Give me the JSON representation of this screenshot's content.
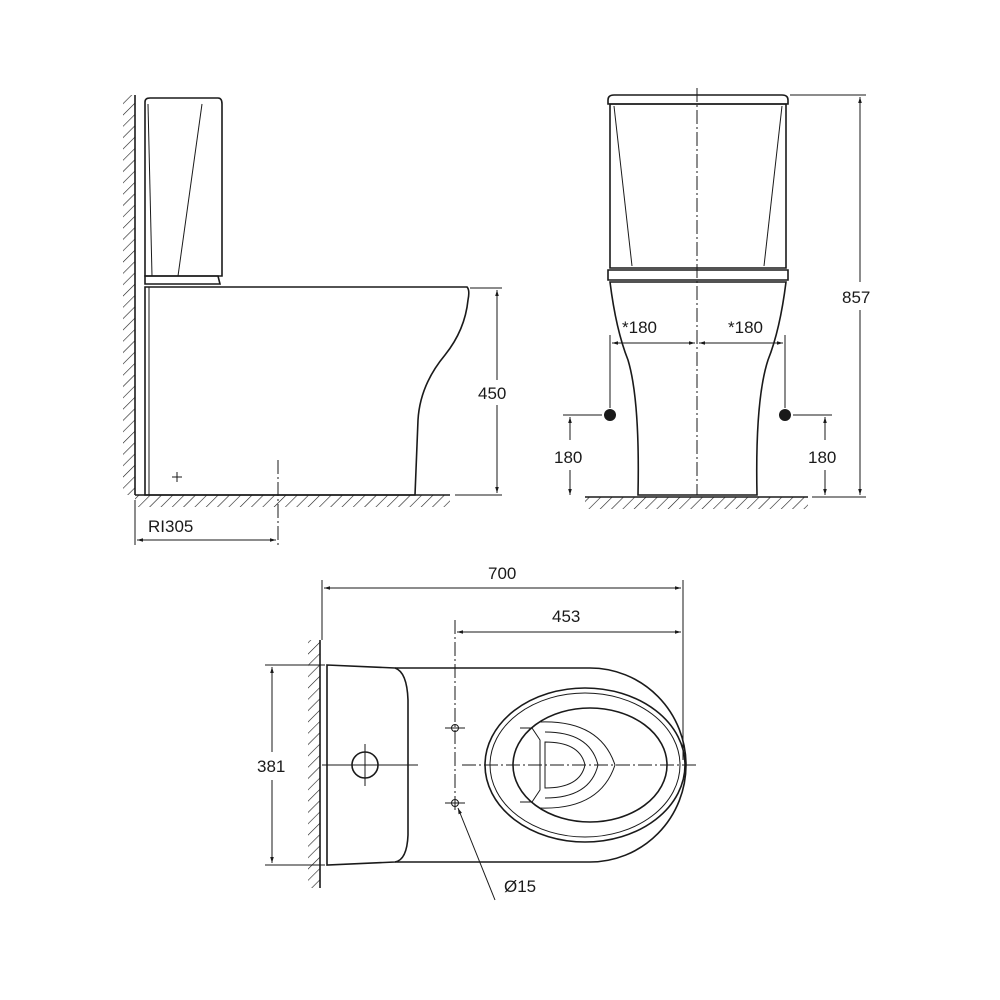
{
  "side_view": {
    "height_label": "450",
    "rough_in_label": "RI305"
  },
  "front_view": {
    "total_height_label": "857",
    "left_offset_label": "*180",
    "right_offset_label": "*180",
    "left_height_label": "180",
    "right_height_label": "180"
  },
  "top_view": {
    "length_label": "700",
    "fixing_distance_label": "453",
    "width_label": "381",
    "hole_diameter_label": "Ø15"
  },
  "colors": {
    "line": "#1a1a1a",
    "background": "#ffffff"
  }
}
